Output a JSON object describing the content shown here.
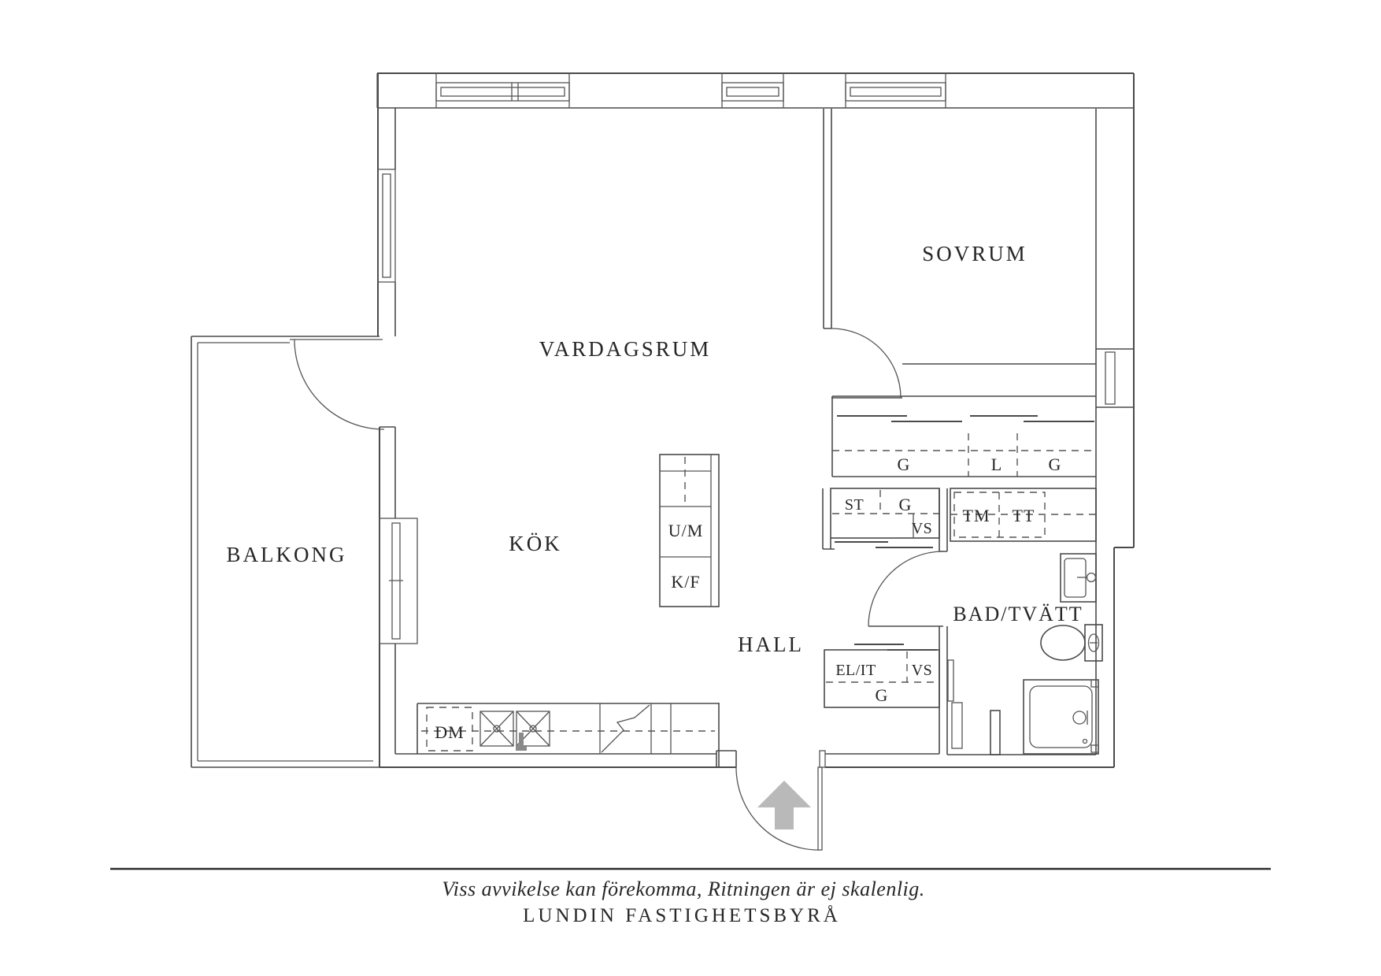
{
  "rooms": {
    "vardagsrum": "VARDAGSRUM",
    "sovrum": "SOVRUM",
    "balkong": "BALKONG",
    "kok": "KÖK",
    "hall": "HALL",
    "bad_tvatt": "BAD/TVÄTT"
  },
  "closets": {
    "wardrobe_g1": "G",
    "wardrobe_l": "L",
    "wardrobe_g2": "G",
    "st": "ST",
    "st_g": "G",
    "st_vs": "VS",
    "tm": "TM",
    "tt": "TT",
    "el_it": "EL/IT",
    "el_vs": "VS",
    "el_g": "G"
  },
  "kitchen": {
    "dm": "DM",
    "um": "U/M",
    "kf": "K/F"
  },
  "footer": {
    "disclaimer": "Viss avvikelse kan förekomma, Ritningen är ej skalenlig.",
    "agency": "LUNDIN FASTIGHETSBYRÅ"
  },
  "colors": {
    "wall": "#4a4a4a",
    "entry_arrow": "#b9b9b9",
    "text": "#262626"
  }
}
